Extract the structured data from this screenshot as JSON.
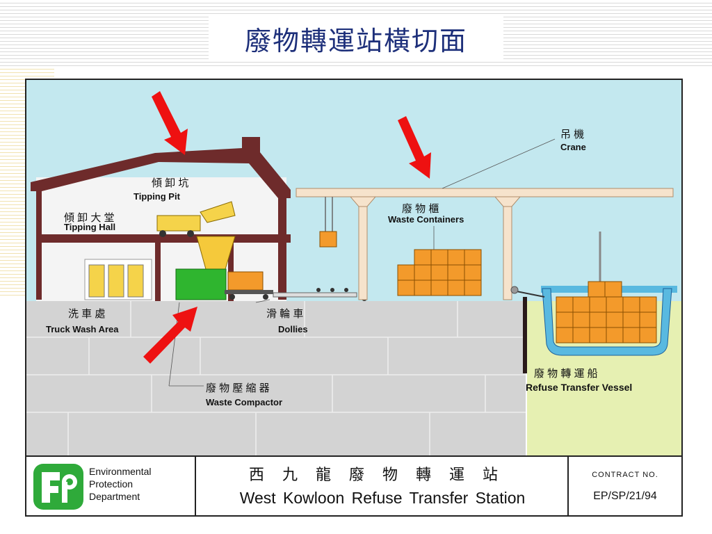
{
  "slide": {
    "title": "廢物轉運站橫切面"
  },
  "labels": {
    "tipping_pit_zh": "傾 卸 坑",
    "tipping_pit_en": "Tipping Pit",
    "tipping_hall_zh": "傾 卸 大 堂",
    "tipping_hall_en": "Tipping Hall",
    "truck_wash_zh": "洗 車 處",
    "truck_wash_en": "Truck Wash Area",
    "dollies_zh": "滑 輪 車",
    "dollies_en": "Dollies",
    "compactor_zh": "廢 物 壓 縮 器",
    "compactor_en": "Waste Compactor",
    "crane_zh": "吊 機",
    "crane_en": "Crane",
    "containers_zh": "廢 物 櫃",
    "containers_en": "Waste Containers",
    "vessel_zh": "廢 物 轉 運 船",
    "vessel_en": "Refuse Transfer Vessel"
  },
  "footer": {
    "dept_line1": "Environmental",
    "dept_line2": "Protection",
    "dept_line3": "Department",
    "station_zh": "西九龍廢物轉運站",
    "station_en": "West Kowloon Refuse Transfer Station",
    "contract_label": "CONTRACT NO.",
    "contract_no": "EP/SP/21/94"
  },
  "colors": {
    "sky": "#c3e8ef",
    "ground": "#d3d3d3",
    "building": "#6e2b2b",
    "arrow": "#ee1111",
    "compactor": "#2fb52f",
    "container": "#f39a2b",
    "crane": "#f6e3cc",
    "water": "#59b9e0",
    "grass": "#e6f0b2",
    "title": "#1d2f7a"
  },
  "icons": [
    "red-arrow-icon",
    "epd-logo-icon"
  ]
}
